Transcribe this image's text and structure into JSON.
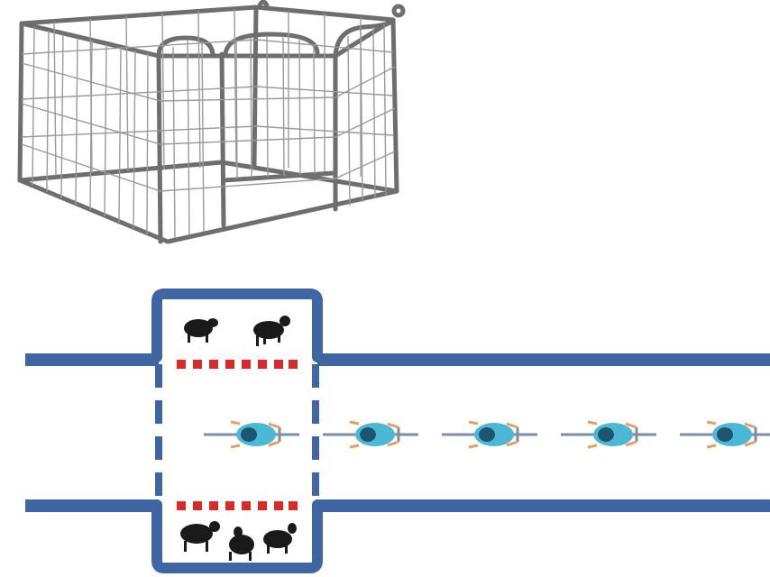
{
  "colors": {
    "background": "#ffffff",
    "cage_frame": "#6e6e70",
    "cage_mesh": "#9a9a9c",
    "road": "#3f66a3",
    "pen": "#3f66a3",
    "barrier": "#d92a2a",
    "cyclist_body": "#4cb8d6",
    "cyclist_head": "#1e5570",
    "cyclist_bike": "#7d8ea5",
    "cyclist_arm": "#e8a060",
    "animal": "#1a1a1a"
  },
  "icons": {
    "cage": "pet-playpen-icon",
    "cyclist": "cyclist-top-view-icon",
    "animal": "farm-animal-silhouette-icon"
  },
  "scene": {
    "cyclist_count": 5,
    "animals_top_count": 2,
    "animals_bottom_count": 3
  }
}
